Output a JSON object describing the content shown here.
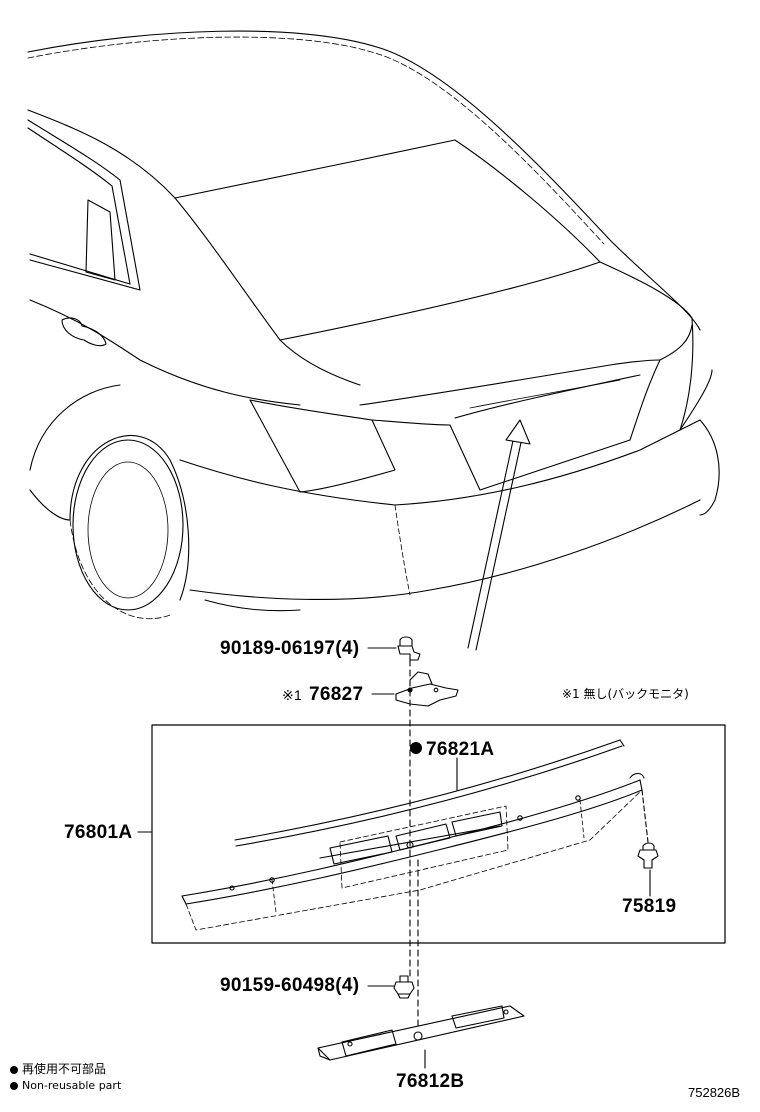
{
  "parts": {
    "bolt_top": "90189-06197(4)",
    "mark_1": "※1",
    "bracket": "76827",
    "note_1": "※1 無し(バックモニタ)",
    "garnish_part": "76821A",
    "garnish_assy": "76801A",
    "clip": "75819",
    "bolt_bottom": "90159-60498(4)",
    "lamp_plate": "76812B"
  },
  "legend": {
    "jp": "再使用不可部品",
    "en": "Non-reusable part"
  },
  "figure_number": "752826B"
}
